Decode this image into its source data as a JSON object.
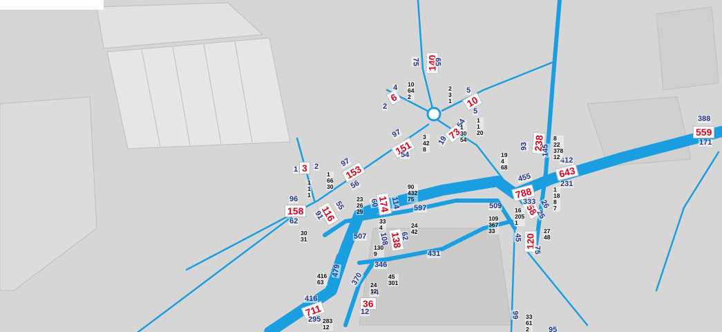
{
  "colors": {
    "road": "#1a9ee0",
    "major": "#e1001a",
    "minor": "#243a8c",
    "arrows": "#111111"
  },
  "icons": {
    "roundabout": "roundabout-icon"
  },
  "major_counts": {
    "n140": "140",
    "n6": "6",
    "n10": "10",
    "n151": "151",
    "n73": "73",
    "n153": "153",
    "n3": "3",
    "n158": "158",
    "n116": "116",
    "n174": "174",
    "n138": "138",
    "n238": "238",
    "n559": "559",
    "n643": "643",
    "n788": "788",
    "n58": "58",
    "n120": "120",
    "n711": "711",
    "n36": "36"
  },
  "minor_counts": {
    "a75": "75",
    "a65": "65",
    "a4": "4",
    "a5a": "5",
    "a2": "2",
    "a5b": "5",
    "a97a": "97",
    "a54a": "54",
    "a54b": "54",
    "a19": "19",
    "a1": "1",
    "a2b": "2",
    "a97b": "97",
    "a56": "56",
    "a96": "96",
    "a62": "62",
    "a91": "91",
    "a55": "55",
    "a60": "60",
    "a114": "114",
    "a597": "597",
    "a93": "93",
    "a145": "145",
    "a388": "388",
    "a171": "171",
    "a412": "412",
    "a455": "455",
    "a231": "231",
    "a509": "509",
    "a333": "333",
    "a25": "25",
    "a26": "26",
    "a507": "507",
    "a108": "108",
    "a62b": "62",
    "a45": "45",
    "a75b": "75",
    "a479": "479",
    "a346": "346",
    "a431": "431",
    "a370": "370",
    "a24": "24",
    "a416": "416",
    "a295": "295",
    "a12": "12",
    "a99": "99",
    "a95": "95"
  },
  "turns": {
    "t1": "10\n64\n2",
    "t2": "2\n3\n1",
    "t3": "3\n42\n8",
    "t4": "1\n30\n54",
    "t5": "1\n1\n20",
    "t6": "1\n66\n30",
    "t7": "1\n1\n1",
    "t8": "30\n31",
    "t9": "23\n26\n29",
    "t10": "90\n432\n75",
    "t11": "33\n4",
    "t12": "8\n22\n378\n12",
    "t13": "19\n4\n68",
    "t14": "1\n18\n8\n7",
    "t15": "109\n367\n33",
    "t16": "16\n205\n1",
    "t17": "27\n48",
    "t18": "24\n42",
    "t19": "130\n9",
    "t20": "45\n301",
    "t21": "24\n12",
    "t22": "416\n63",
    "t23": "283\n12",
    "t24": "33\n61\n2"
  }
}
